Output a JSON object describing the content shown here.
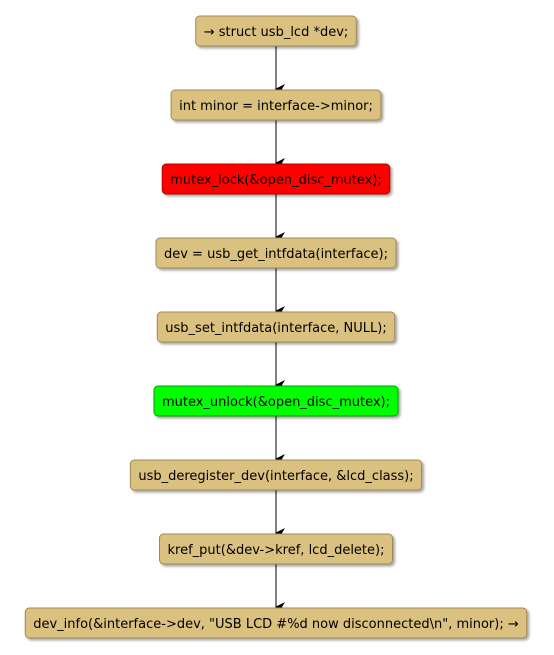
{
  "diagram": {
    "type": "activity-flow",
    "colors": {
      "default_fill": "#DBC17F",
      "default_stroke": "#9E8A52",
      "lock_fill": "#FF0000",
      "lock_stroke": "#B30000",
      "unlock_fill": "#00FF00",
      "unlock_stroke": "#00A000",
      "arrow": "#000000"
    },
    "nodes": [
      {
        "id": "n1",
        "label": "→ struct usb_lcd *dev;",
        "style": "default"
      },
      {
        "id": "n2",
        "label": "int minor = interface->minor;",
        "style": "default"
      },
      {
        "id": "n3",
        "label": "mutex_lock(&open_disc_mutex);",
        "style": "lock"
      },
      {
        "id": "n4",
        "label": "dev = usb_get_intfdata(interface);",
        "style": "default"
      },
      {
        "id": "n5",
        "label": "usb_set_intfdata(interface, NULL);",
        "style": "default"
      },
      {
        "id": "n6",
        "label": "mutex_unlock(&open_disc_mutex);",
        "style": "unlock"
      },
      {
        "id": "n7",
        "label": "usb_deregister_dev(interface, &lcd_class);",
        "style": "default"
      },
      {
        "id": "n8",
        "label": "kref_put(&dev->kref, lcd_delete);",
        "style": "default"
      },
      {
        "id": "n9",
        "label": "dev_info(&interface->dev, \"USB LCD #%d now disconnected\\n\", minor); →",
        "style": "default"
      }
    ],
    "edges": [
      {
        "from": "n1",
        "to": "n2"
      },
      {
        "from": "n2",
        "to": "n3"
      },
      {
        "from": "n3",
        "to": "n4"
      },
      {
        "from": "n4",
        "to": "n5"
      },
      {
        "from": "n5",
        "to": "n6"
      },
      {
        "from": "n6",
        "to": "n7"
      },
      {
        "from": "n7",
        "to": "n8"
      },
      {
        "from": "n8",
        "to": "n9"
      }
    ]
  }
}
